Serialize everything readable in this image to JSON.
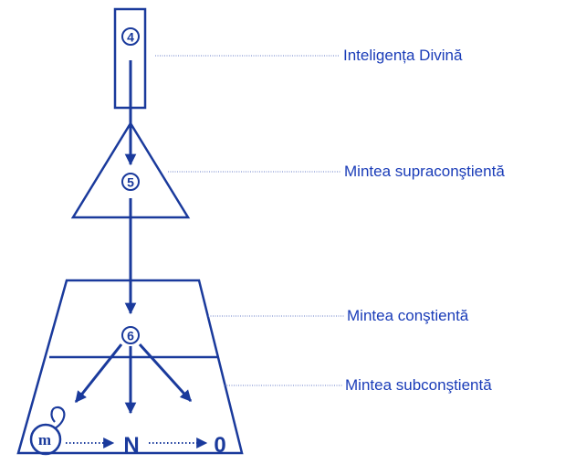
{
  "colors": {
    "line": "#1a3a9c",
    "label_text": "#1a3cb8",
    "dotted": "#6a7fc8"
  },
  "labels": {
    "divine": "Inteligența Divină",
    "supraconscious": "Mintea supraconştientă",
    "conscious": "Mintea conştientă",
    "subconscious": "Mintea subconştientă"
  },
  "markers": {
    "m4": "4",
    "m5": "5",
    "m6": "6"
  },
  "bottom_row": {
    "start_symbol": "m",
    "middle": "N",
    "end": "0"
  }
}
